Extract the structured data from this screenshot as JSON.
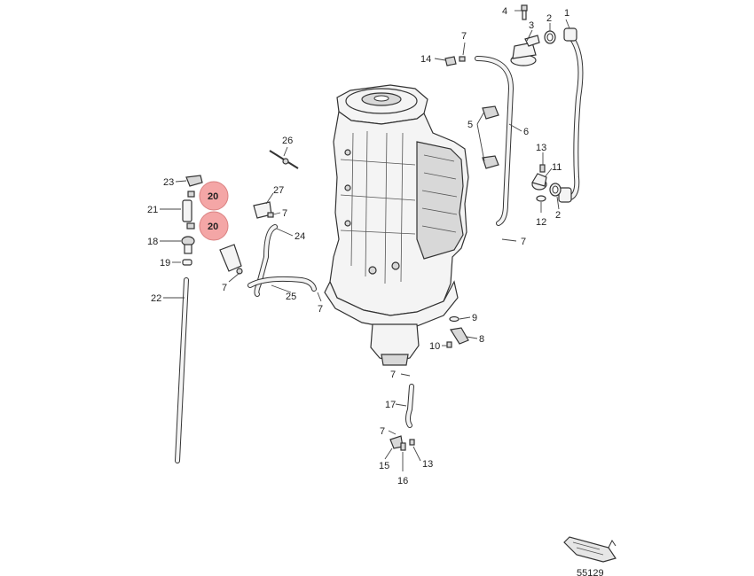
{
  "diagram": {
    "figure_id": "55129",
    "highlight_color": "#f4a6a6",
    "highlight_stroke": "#d98080",
    "callouts": [
      {
        "id": "c1",
        "label": "1"
      },
      {
        "id": "c2a",
        "label": "2"
      },
      {
        "id": "c2b",
        "label": "2"
      },
      {
        "id": "c3",
        "label": "3"
      },
      {
        "id": "c4",
        "label": "4"
      },
      {
        "id": "c5",
        "label": "5"
      },
      {
        "id": "c6",
        "label": "6"
      },
      {
        "id": "c7a",
        "label": "7"
      },
      {
        "id": "c7b",
        "label": "7"
      },
      {
        "id": "c7c",
        "label": "7"
      },
      {
        "id": "c7d",
        "label": "7"
      },
      {
        "id": "c7e",
        "label": "7"
      },
      {
        "id": "c7f",
        "label": "7"
      },
      {
        "id": "c7g",
        "label": "7"
      },
      {
        "id": "c8",
        "label": "8"
      },
      {
        "id": "c9",
        "label": "9"
      },
      {
        "id": "c10",
        "label": "10"
      },
      {
        "id": "c11",
        "label": "11"
      },
      {
        "id": "c12",
        "label": "12"
      },
      {
        "id": "c13a",
        "label": "13"
      },
      {
        "id": "c13b",
        "label": "13"
      },
      {
        "id": "c14",
        "label": "14"
      },
      {
        "id": "c15",
        "label": "15"
      },
      {
        "id": "c16",
        "label": "16"
      },
      {
        "id": "c17",
        "label": "17"
      },
      {
        "id": "c18",
        "label": "18"
      },
      {
        "id": "c19",
        "label": "19"
      },
      {
        "id": "c21",
        "label": "21"
      },
      {
        "id": "c22",
        "label": "22"
      },
      {
        "id": "c23",
        "label": "23"
      },
      {
        "id": "c24",
        "label": "24"
      },
      {
        "id": "c25",
        "label": "25"
      },
      {
        "id": "c26",
        "label": "26"
      },
      {
        "id": "c27",
        "label": "27"
      }
    ],
    "highlighted_callouts": [
      {
        "id": "h20a",
        "label": "20"
      },
      {
        "id": "h20b",
        "label": "20"
      }
    ]
  }
}
